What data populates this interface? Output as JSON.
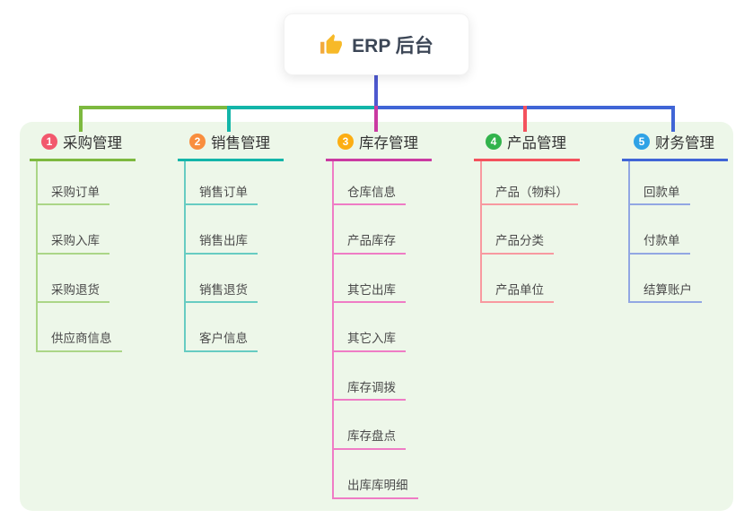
{
  "root": {
    "label": "ERP 后台",
    "icon": "thumbs-up"
  },
  "branches": [
    {
      "number": "1",
      "title": "采购管理",
      "line_color": "#7db93f",
      "child_line_color": "#abd687",
      "badge_color": "#f2586d",
      "children": [
        "采购订单",
        "采购入库",
        "采购退货",
        "供应商信息"
      ]
    },
    {
      "number": "2",
      "title": "销售管理",
      "line_color": "#13b5a9",
      "child_line_color": "#67ccc2",
      "badge_color": "#f98e3e",
      "children": [
        "销售订单",
        "销售出库",
        "销售退货",
        "客户信息"
      ]
    },
    {
      "number": "3",
      "title": "库存管理",
      "line_color": "#ca3aa2",
      "child_line_color": "#ef7cc5",
      "badge_color": "#fcae13",
      "children": [
        "仓库信息",
        "产品库存",
        "其它出库",
        "其它入库",
        "库存调拨",
        "库存盘点",
        "出库库明细"
      ]
    },
    {
      "number": "4",
      "title": "产品管理",
      "line_color": "#f4525d",
      "child_line_color": "#f899a0",
      "badge_color": "#32b34c",
      "children": [
        "产品（物料）",
        "产品分类",
        "产品单位"
      ]
    },
    {
      "number": "5",
      "title": "财务管理",
      "line_color": "#4065d6",
      "child_line_color": "#92a7e3",
      "badge_color": "#2fa2e6",
      "children": [
        "回款单",
        "付款单",
        "结算账户"
      ]
    }
  ],
  "colors": {
    "panel_background": "#edf7e9",
    "root_connector": "#4e59cf",
    "root_text": "#3c4656",
    "branch_text": "#333333",
    "child_text": "#4a4a4a"
  }
}
